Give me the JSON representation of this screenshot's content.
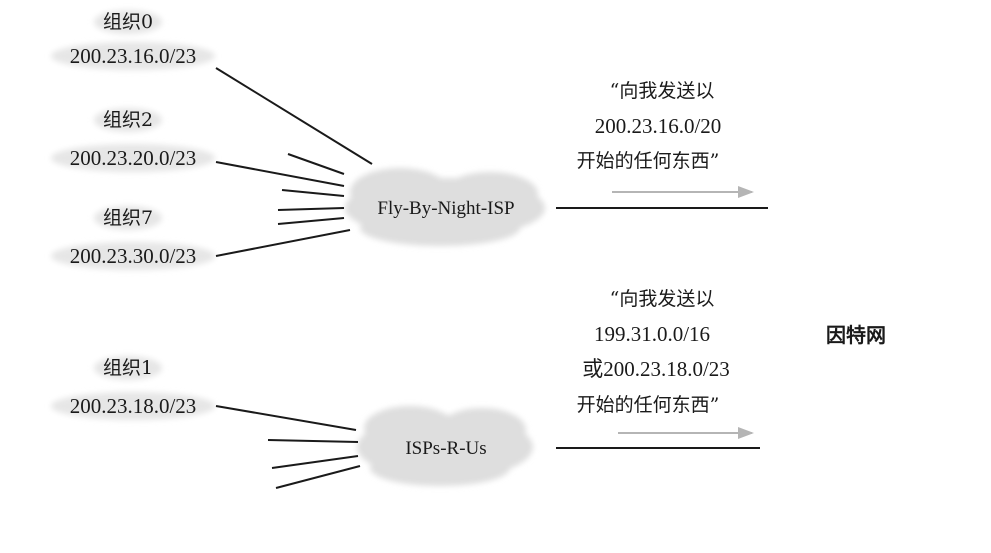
{
  "organizations": [
    {
      "name": "组织0",
      "prefix": "200.23.16.0/23"
    },
    {
      "name": "组织2",
      "prefix": "200.23.20.0/23"
    },
    {
      "name": "组织7",
      "prefix": "200.23.30.0/23"
    },
    {
      "name": "组织1",
      "prefix": "200.23.18.0/23"
    }
  ],
  "isps": [
    {
      "name": "Fly-By-Night-ISP",
      "announcement": [
        "“向我发送以",
        "200.23.16.0/20",
        "开始的任何东西”"
      ]
    },
    {
      "name": "ISPs-R-Us",
      "announcement": [
        "“向我发送以",
        "199.31.0.0/16",
        "或200.23.18.0/23",
        "开始的任何东西”"
      ]
    }
  ],
  "internet_label": "因特网",
  "colors": {
    "line": "#1a1a1a",
    "cloud": "#e2e2e2",
    "arrow": "#b5b5b5",
    "text": "#1a1a1a"
  }
}
